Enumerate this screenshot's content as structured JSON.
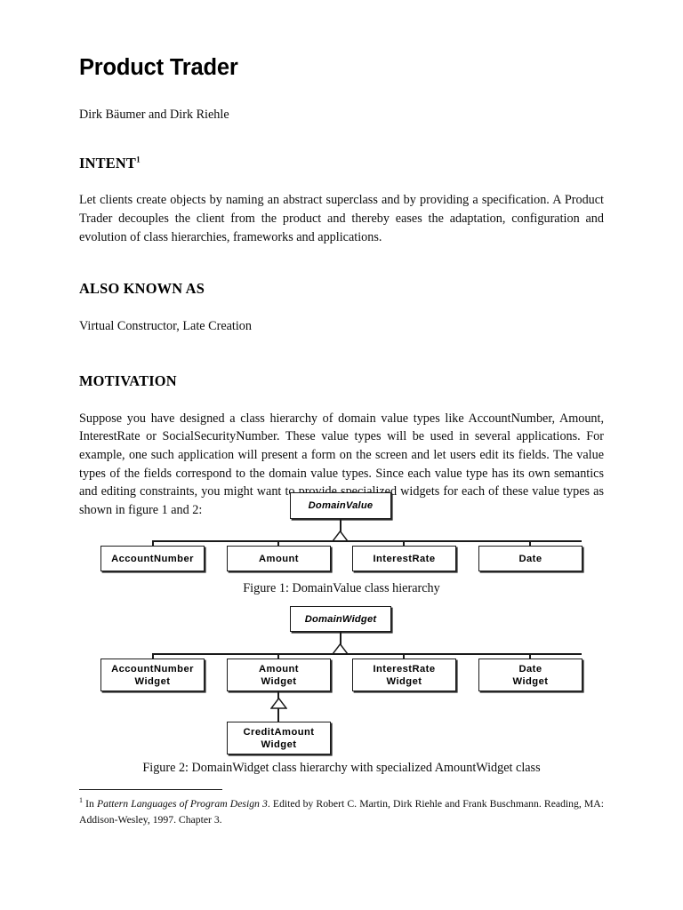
{
  "document": {
    "title": "Product Trader",
    "byline": "Dirk Bäumer and Dirk Riehle"
  },
  "sections": [
    {
      "heading": "INTENT",
      "footnote_marker": "1",
      "body": "Let clients create objects by naming an abstract superclass and by providing a specification. A Product Trader decouples the client from the product and thereby eases the adaptation, configuration and evolution of class hierarchies, frameworks and applications."
    },
    {
      "heading": "ALSO KNOWN AS",
      "body": "Virtual Constructor, Late Creation"
    },
    {
      "heading": "MOTIVATION",
      "body": "Suppose you have designed a class hierarchy of domain value types like AccountNumber, Amount, InterestRate or SocialSecurityNumber. These value types will be used in several applications. For example, one such application will present a form on the screen and let users edit its fields. The value types of the fields correspond to the domain value types. Since each value type has its own semantics and editing constraints, you might want to provide specialized widgets for each of these value types as shown in figure 1 and 2:"
    }
  ],
  "figures": [
    {
      "id": "figure-1",
      "caption": "Figure 1: DomainValue class hierarchy",
      "root": {
        "name": "DomainValue",
        "abstract": true
      },
      "subclasses": [
        {
          "name": "AccountNumber"
        },
        {
          "name": "Amount"
        },
        {
          "name": "InterestRate"
        },
        {
          "name": "Date"
        }
      ]
    },
    {
      "id": "figure-2",
      "caption": "Figure 2: DomainWidget class hierarchy with specialized AmountWidget class",
      "root": {
        "name": "DomainWidget",
        "abstract": true
      },
      "subclasses": [
        {
          "name_line1": "AccountNumber",
          "name_line2": "Widget"
        },
        {
          "name_line1": "Amount",
          "name_line2": "Widget"
        },
        {
          "name_line1": "InterestRate",
          "name_line2": "Widget"
        },
        {
          "name_line1": "Date",
          "name_line2": "Widget"
        }
      ],
      "leaf": {
        "name_line1": "CreditAmount",
        "name_line2": "Widget"
      }
    }
  ],
  "footnote": {
    "marker": "1",
    "part1": "In ",
    "italic_title": "Pattern Languages of Program Design 3",
    "part2": ". Edited by Robert C. Martin, Dirk Riehle and Frank Buschmann. Reading, MA: Addison-Wesley, 1997. Chapter 3."
  },
  "colors": {
    "text": "#0d0d0d",
    "rule": "#1a1a1a",
    "page_background": "#ffffff"
  }
}
